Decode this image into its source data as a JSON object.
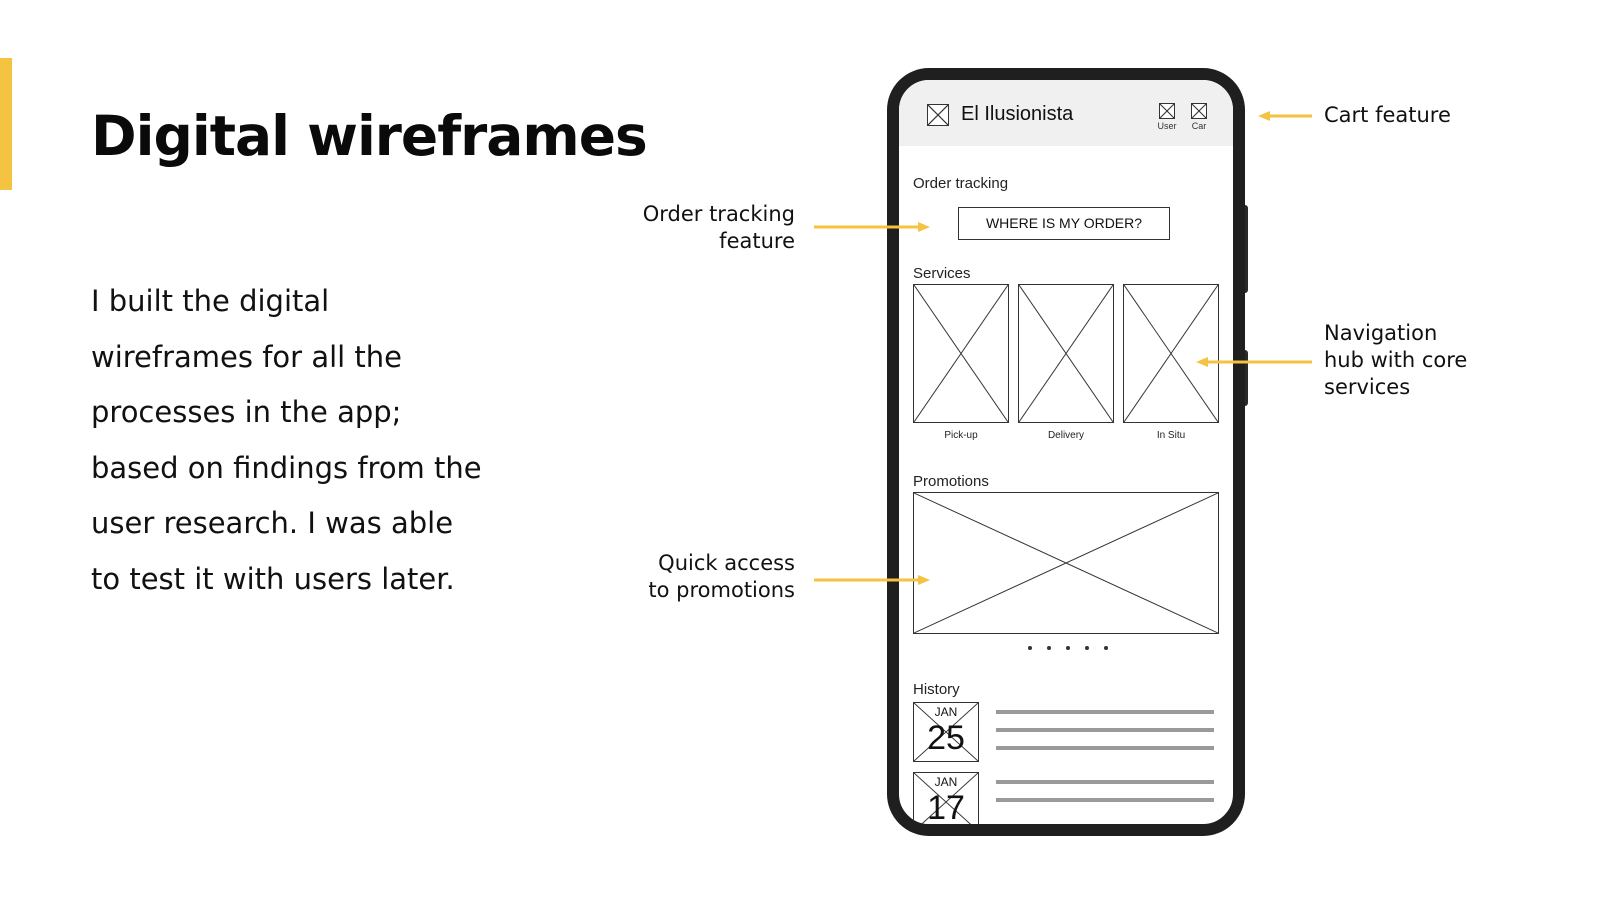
{
  "slide": {
    "title": "Digital wireframes",
    "body": "I built the digital wireframes for all the processes in the app; based on findings from the user research. I was able to test it with users later.",
    "accent_color": "#f5c342"
  },
  "annotations": {
    "order_tracking": [
      "Order tracking",
      "feature"
    ],
    "promotions": [
      "Quick access",
      "to promotions"
    ],
    "cart": [
      "Cart feature"
    ],
    "navigation": [
      "Navigation",
      "hub with core",
      "services"
    ]
  },
  "phone": {
    "app_title": "El Ilusionista",
    "header_icons": [
      {
        "label": "User",
        "icon": "user-placeholder-icon"
      },
      {
        "label": "Car",
        "icon": "cart-placeholder-icon"
      }
    ],
    "order_tracking": {
      "section_label": "Order tracking",
      "button_label": "WHERE IS MY ORDER?"
    },
    "services": {
      "section_label": "Services",
      "items": [
        "Pick-up",
        "Delivery",
        "In Situ"
      ]
    },
    "promotions": {
      "section_label": "Promotions",
      "slide_count": 5
    },
    "history": {
      "section_label": "History",
      "entries": [
        {
          "month": "JAN",
          "day": "25"
        },
        {
          "month": "JAN",
          "day": "17"
        }
      ]
    }
  }
}
